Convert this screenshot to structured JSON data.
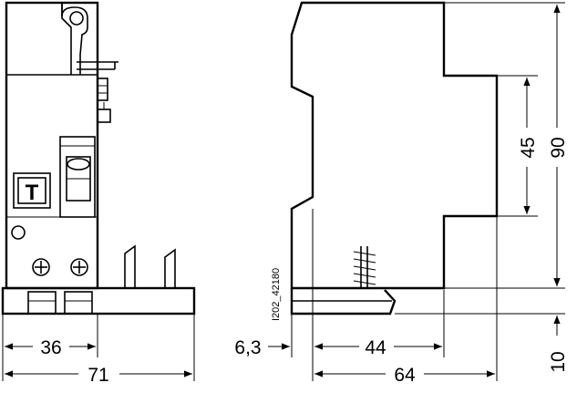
{
  "drawing": {
    "code": "I202_42180",
    "front_label": "T",
    "dimensions": {
      "front_narrow_width": "36",
      "front_total_width": "71",
      "side_offset": "6,3",
      "side_inner_width": "44",
      "side_total_width": "64",
      "height_middle": "45",
      "height_total": "90",
      "height_base": "10"
    }
  }
}
